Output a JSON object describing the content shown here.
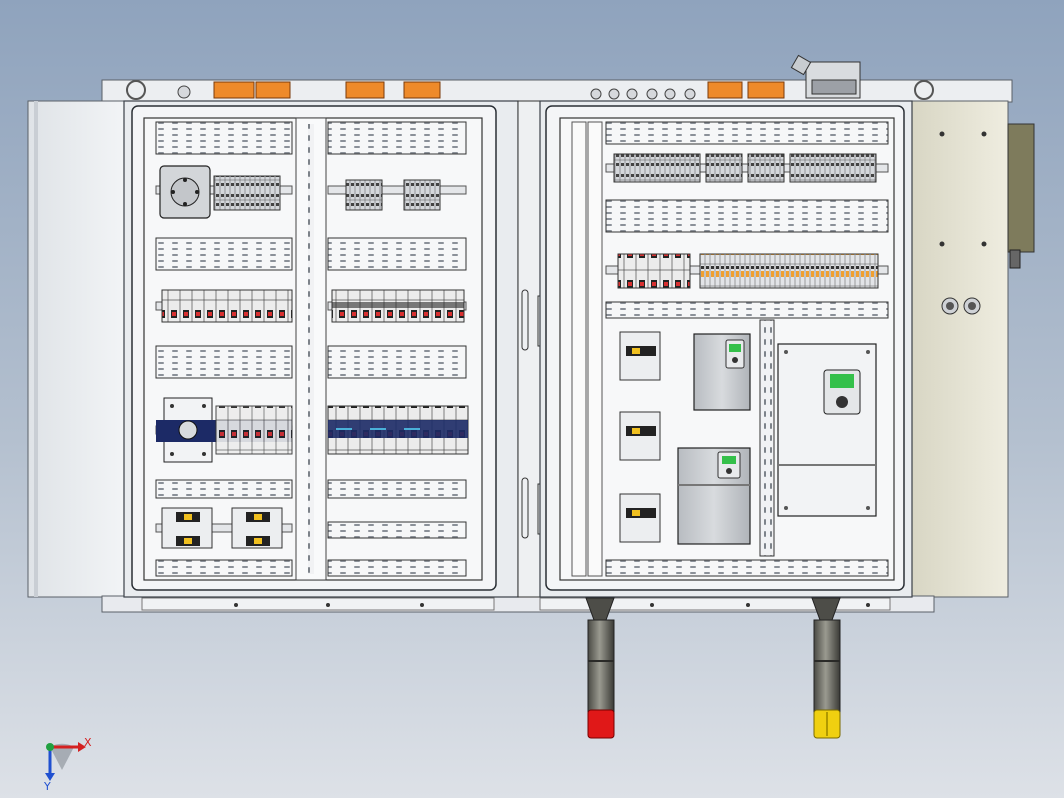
{
  "axes": {
    "x_label": "X",
    "y_label": "Y",
    "x_color": "#d42020",
    "y_color": "#2050d0",
    "z_color": "#20a040"
  },
  "colors": {
    "cabinet": "#e6e9ed",
    "side_panel": "#ebe9d8",
    "gland_plate": "#ee8a2a",
    "din_rail": "#f4f5f6",
    "wire_duct": "#eef0f2",
    "drive": "#cfd2d6",
    "keypad_screen": "#34c04a",
    "busbar": "#1c2a66",
    "terminal_accent": "#f0a030",
    "beacon_red": "#e01818",
    "beacon_yellow": "#f0d010",
    "beacon_body": "#7a7a72"
  },
  "components": {
    "left_door": [
      "junction-box",
      "terminal-block-strip",
      "circuit-breakers",
      "main-switch",
      "busbar-breakers",
      "relays"
    ],
    "right_door": [
      "terminal-rails",
      "terminal-blocks",
      "contactors",
      "drive-small",
      "drive-medium",
      "drive-large"
    ],
    "beacons": [
      "red",
      "yellow"
    ]
  }
}
